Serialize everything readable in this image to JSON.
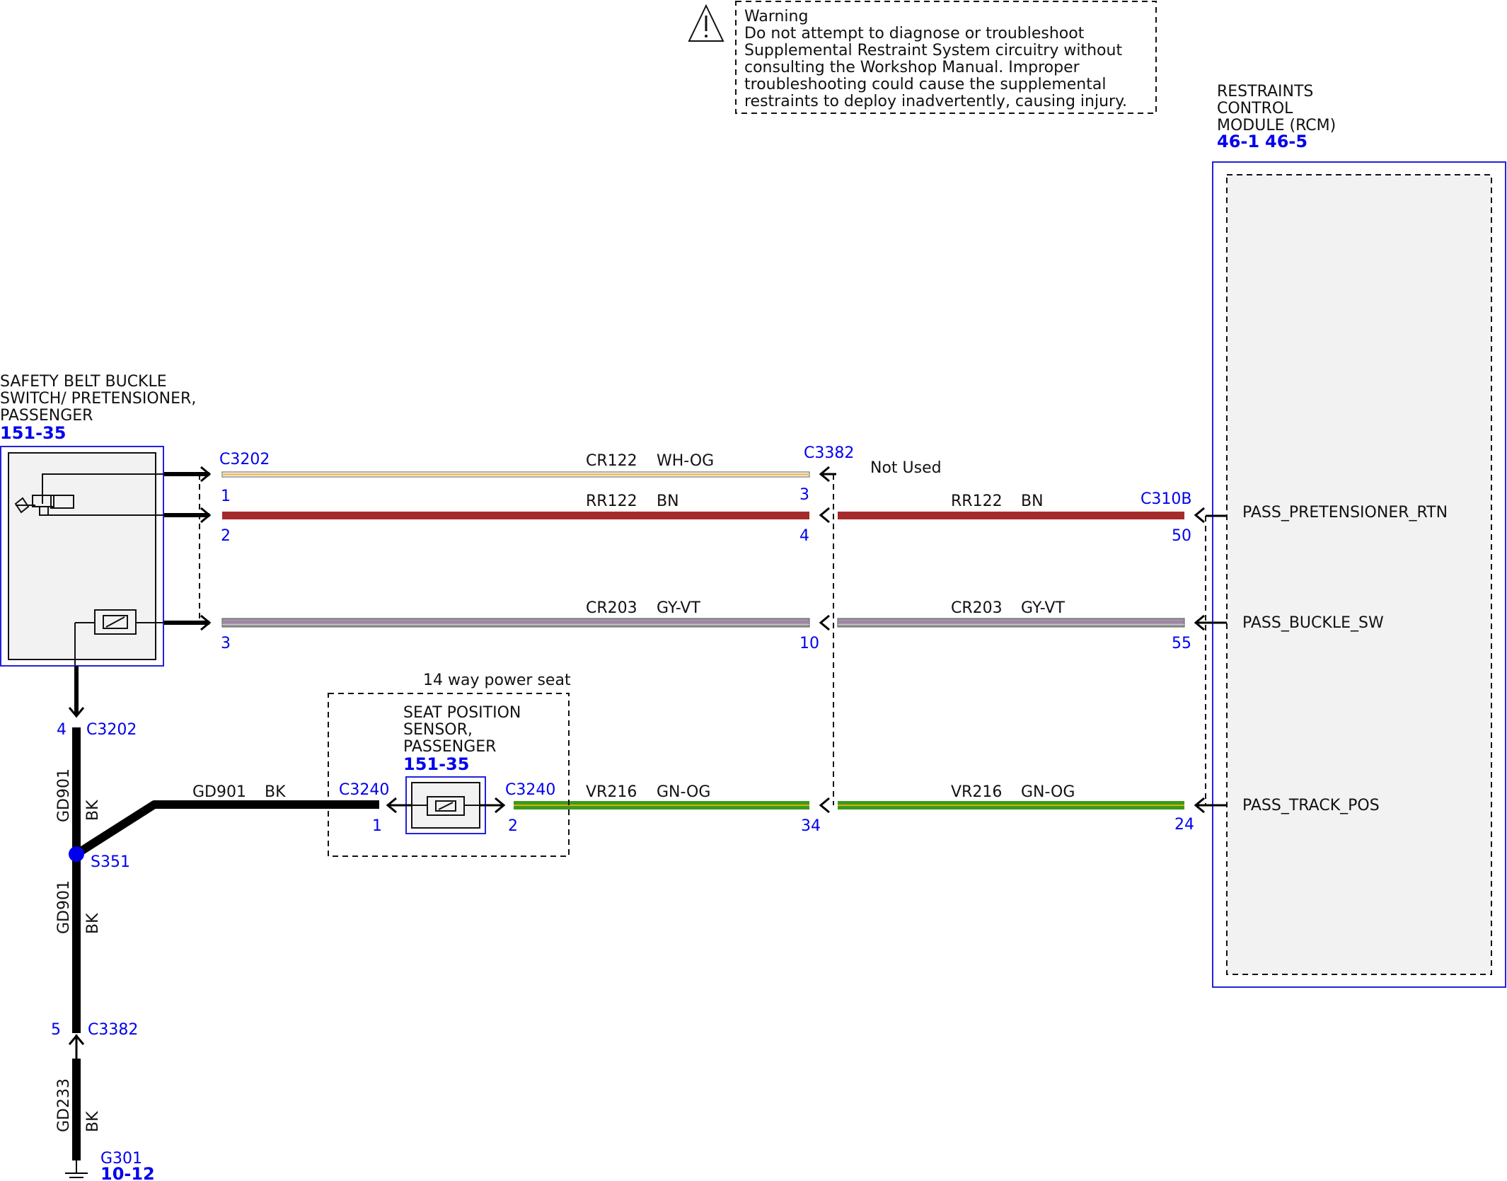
{
  "warning": {
    "title": "Warning",
    "lines": [
      "Do not attempt to diagnose or troubleshoot",
      "Supplemental Restraint System circuitry without",
      "consulting the Workshop Manual. Improper",
      "troubleshooting could cause the supplemental",
      "restraints to deploy inadvertently, causing injury."
    ]
  },
  "rcm": {
    "name_lines": [
      "RESTRAINTS",
      "CONTROL",
      "MODULE (RCM)"
    ],
    "refs": [
      "46-1",
      "46-5"
    ],
    "pins": [
      "PASS_PRETENSIONER_RTN",
      "PASS_BUCKLE_SW",
      "PASS_TRACK_POS"
    ],
    "connector": "C310B"
  },
  "buckle": {
    "name_lines": [
      "SAFETY BELT BUCKLE",
      "SWITCH/ PRETENSIONER,",
      "PASSENGER"
    ],
    "ref": "151-35"
  },
  "seat_sensor": {
    "group_label": "14 way power seat",
    "name_lines": [
      "SEAT POSITION",
      "SENSOR,",
      "PASSENGER"
    ],
    "ref": "151-35"
  },
  "connectors": {
    "c3202": "C3202",
    "c3382": "C3382",
    "c3240": "C3240",
    "c310b": "C310B",
    "not_used": "Not Used"
  },
  "wires": [
    {
      "circuit": "CR122",
      "color": "WH-OG",
      "from_pin": "1",
      "to_pin": "3"
    },
    {
      "circuit": "RR122",
      "color": "BN",
      "from_pin": "2",
      "to_pin": "4"
    },
    {
      "circuit": "RR122",
      "color": "BN",
      "from_pin": "4",
      "to_pin": "50"
    },
    {
      "circuit": "CR203",
      "color": "GY-VT",
      "from_pin": "3",
      "to_pin": "10"
    },
    {
      "circuit": "CR203",
      "color": "GY-VT",
      "from_pin": "10",
      "to_pin": "55"
    },
    {
      "circuit": "GD901",
      "color": "BK",
      "from_pin": "",
      "to_pin": "1"
    },
    {
      "circuit": "VR216",
      "color": "GN-OG",
      "from_pin": "2",
      "to_pin": "34"
    },
    {
      "circuit": "VR216",
      "color": "GN-OG",
      "from_pin": "34",
      "to_pin": "24"
    }
  ],
  "ground": {
    "c3202_pin": "4",
    "c3202": "C3202",
    "upper_circuit": "GD901",
    "upper_color": "BK",
    "splice": "S351",
    "lower_circuit": "GD901",
    "lower_color": "BK",
    "c3382_pin": "5",
    "c3382": "C3382",
    "ground_circuit": "GD233",
    "ground_color": "BK",
    "ground_point": "G301",
    "ground_ref": "10-12"
  },
  "wire_colors": {
    "wh_og_base": "#f0c060",
    "bn": "#a52a2a",
    "gy_vt_base": "#9a9a9a",
    "gy_vt_stripe": "#b070c0",
    "gn_og_base": "#3a9a20",
    "gn_og_stripe": "#e0b000",
    "blue_label": "#0000ee"
  }
}
